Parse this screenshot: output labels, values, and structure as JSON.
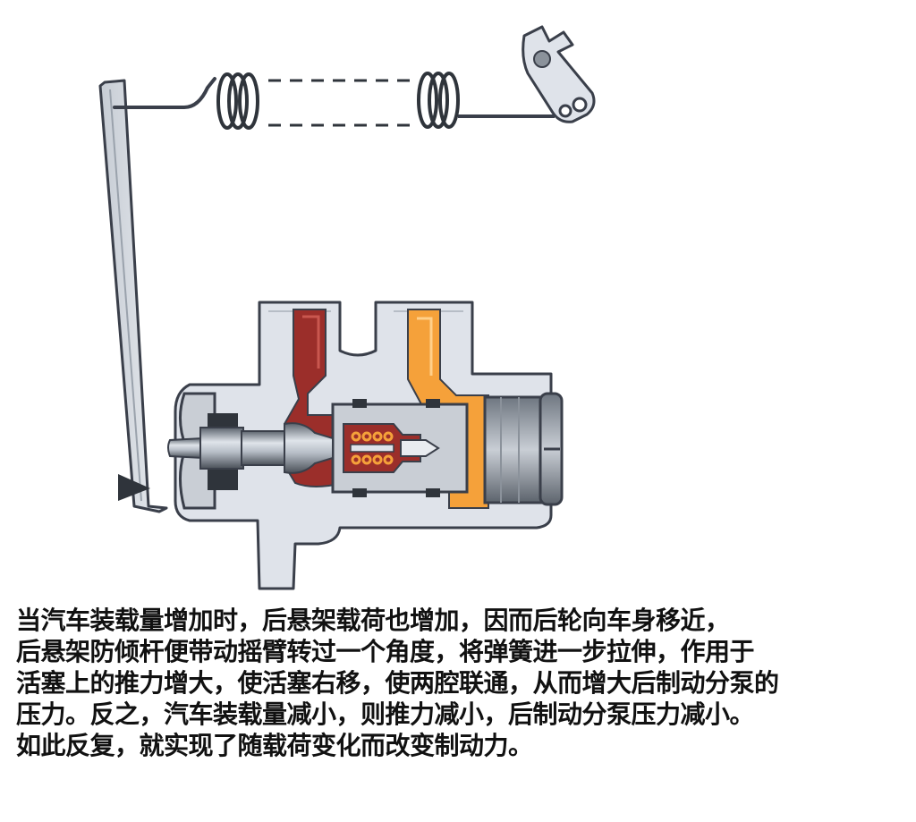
{
  "caption": {
    "lines": [
      "当汽车装载量增加时，后悬架载荷也增加，因而后轮向车身移近，",
      "后悬架防倾杆便带动摇臂转过一个角度，将弹簧进一步拉伸，作用于",
      "活塞上的推力增大，使活塞右移，使两腔联通，从而增大后制动分泵的",
      "压力。反之，汽车装载量减小，则推力减小，后制动分泵压力减小。",
      "如此反复，就实现了随载荷变化而改变制动力。"
    ]
  },
  "colors": {
    "body_fill": "#dfe3ea",
    "body_stroke": "#3a3f4a",
    "fluid_red": "#9b2e2a",
    "fluid_orange": "#f5a13a",
    "piston_steel": "#9aa3ad",
    "dark_steel": "#2f343b"
  },
  "icons": {
    "pivot_bracket": "rocker-arm-icon",
    "spring": "tension-spring-icon"
  }
}
